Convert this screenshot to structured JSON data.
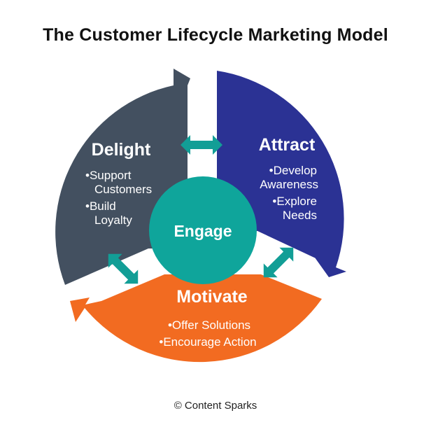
{
  "title": "The Customer Lifecycle Marketing Model",
  "center": {
    "label": "Engage",
    "color": "#0fa59b"
  },
  "segments": [
    {
      "label": "Delight",
      "color": "#435060",
      "bullets": [
        [
          "•Support",
          "Customers"
        ],
        [
          "•Build",
          "Loyalty"
        ]
      ]
    },
    {
      "label": "Attract",
      "color": "#2b3294",
      "bullets": [
        [
          "•Develop",
          "Awareness"
        ],
        [
          "•Explore",
          "Needs"
        ]
      ]
    },
    {
      "label": "Motivate",
      "color": "#f26b21",
      "bullets": [
        [
          "•Offer Solutions"
        ],
        [
          "•Encourage Action"
        ]
      ]
    }
  ],
  "connector_color": "#129e96",
  "credit": "© Content Sparks"
}
